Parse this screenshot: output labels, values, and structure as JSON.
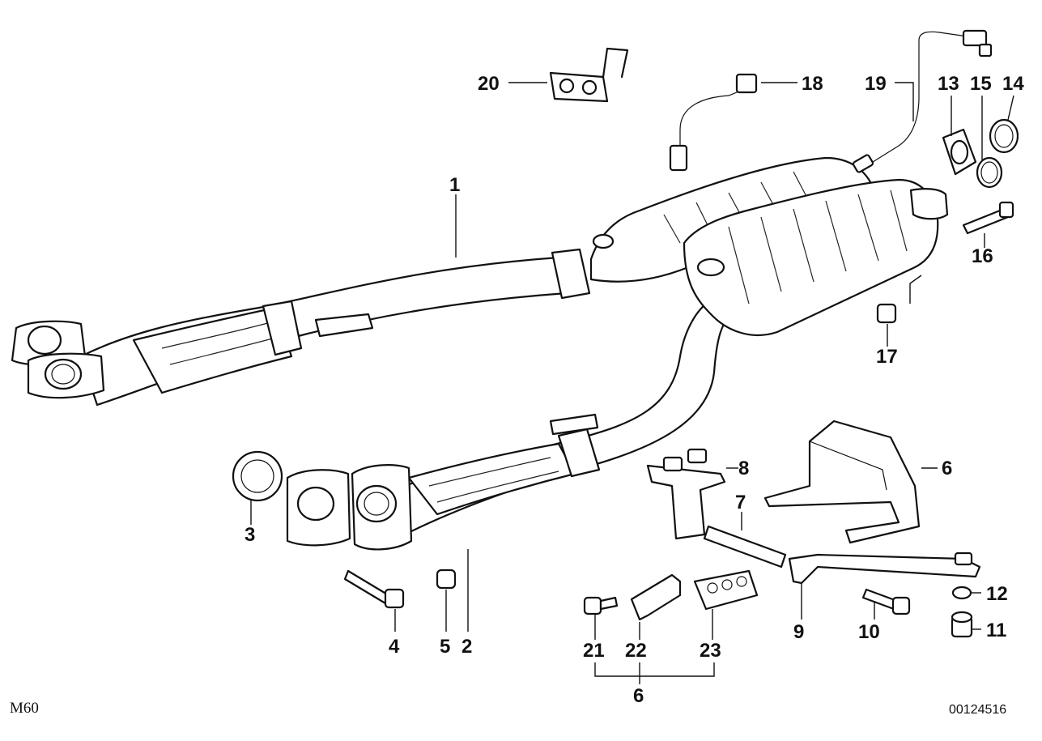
{
  "diagram": {
    "engine_code": "M60",
    "drawing_number": "00124516",
    "callouts": [
      "20",
      "18",
      "19",
      "13",
      "15",
      "14",
      "1",
      "16",
      "17",
      "3",
      "4",
      "5",
      "2",
      "8",
      "6",
      "7",
      "9",
      "10",
      "12",
      "11",
      "21",
      "22",
      "23",
      "6"
    ]
  }
}
